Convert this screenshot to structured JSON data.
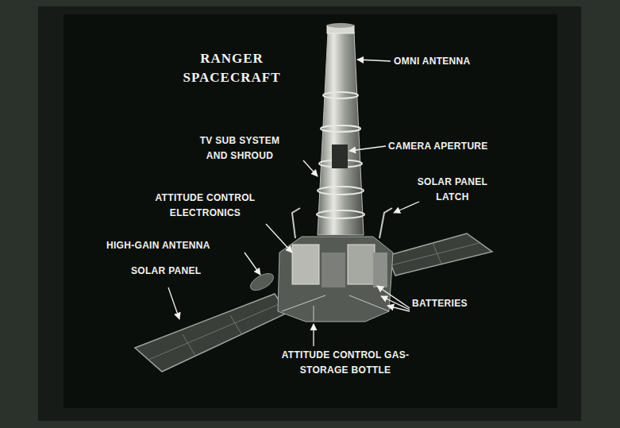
{
  "diagram": {
    "title": "RANGER SPACECRAFT",
    "labels": [
      "OMNI ANTENNA",
      "CAMERA APERTURE",
      "TV SUB SYSTEM AND SHROUD",
      "SOLAR PANEL LATCH",
      "ATTITUDE CONTROL ELECTRONICS",
      "HIGH-GAIN ANTENNA",
      "SOLAR PANEL",
      "BATTERIES",
      "ATTITUDE CONTROL GAS- STORAGE BOTTLE"
    ]
  }
}
